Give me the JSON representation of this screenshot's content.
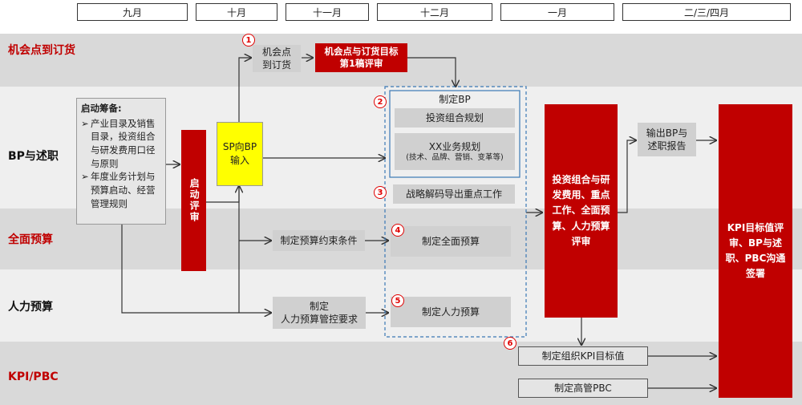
{
  "months": [
    "九月",
    "十月",
    "十一月",
    "十二月",
    "一月",
    "二/三/四月"
  ],
  "lanes": {
    "opportunity": "机会点到订货",
    "bp": "BP与述职",
    "budget": "全面预算",
    "hr": "人力预算",
    "kpi": "KPI/PBC"
  },
  "prep": {
    "title": "启动筹备:",
    "item1": "产业目录及销售目录，投资组合与研发费用口径与原则",
    "item2": "年度业务计划与预算启动、经营管理规则",
    "bullet": "➢"
  },
  "launch_review": "启动评审",
  "sp_to_bp": "SP向BP输入",
  "opp_order": "机会点到订货",
  "opp_target": "机会点与订货目标第1稿评审",
  "make_bp": "制定BP",
  "portfolio_plan": "投资组合规划",
  "xx_plan_title": "XX业务规划",
  "xx_plan_sub": "(技术、品牌、营销、变革等)",
  "strategy_decode": "战略解码导出重点工作",
  "budget_constraint": "制定预算约束条件",
  "make_budget": "制定全面预算",
  "hr_control": "制定人力预算管控要求",
  "hr_control_l1": "制定",
  "hr_control_l2": "人力预算管控要求",
  "make_hr": "制定人力预算",
  "big_review": "投资组合与研发费用、重点工作、全面预算、人力预算评审",
  "output_bp": "输出BP与述职报告",
  "kpi_review": "KPI目标值评审、BP与述职、PBC沟通签署",
  "org_kpi": "制定组织KPI目标值",
  "exec_pbc": "制定高管PBC",
  "nums": [
    "1",
    "2",
    "3",
    "4",
    "5",
    "6"
  ],
  "colors": {
    "red": "#c00000",
    "yellow": "#ffff00",
    "gray": "#d0d0d0"
  }
}
